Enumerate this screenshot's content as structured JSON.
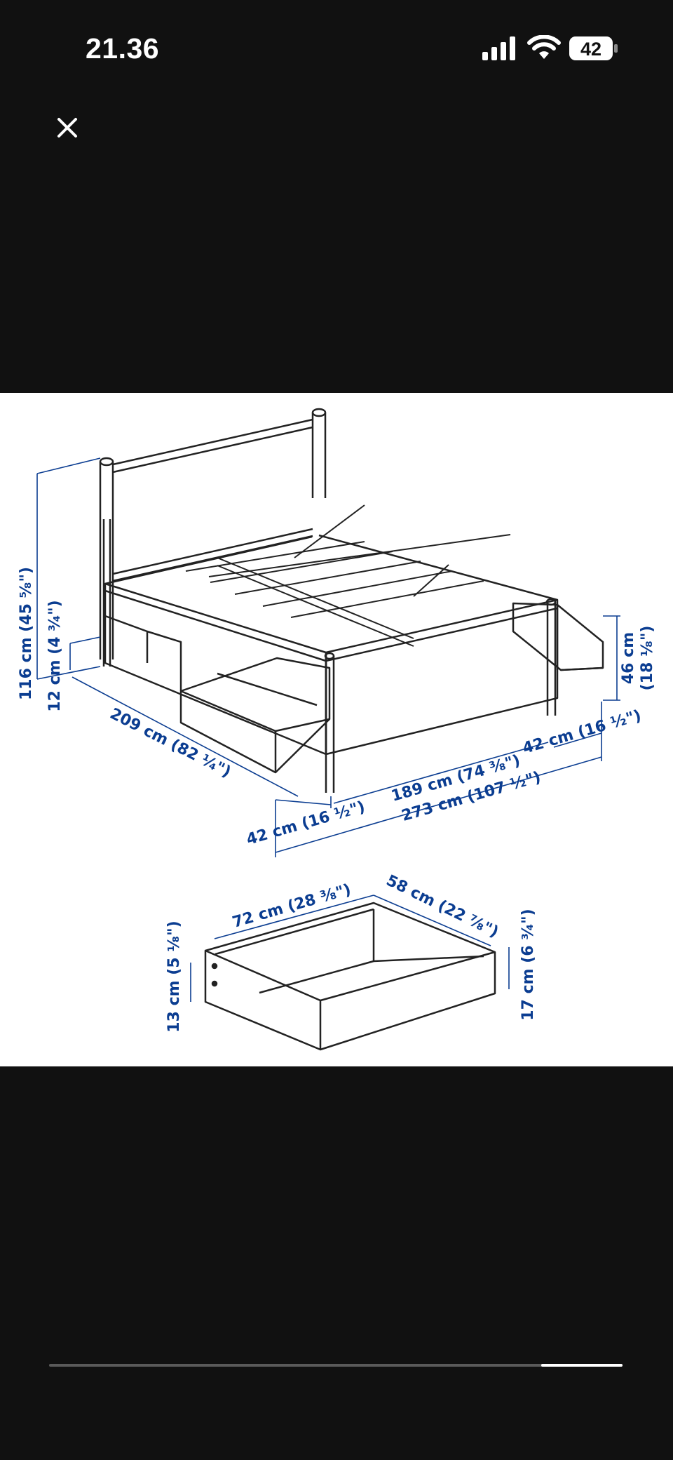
{
  "status_bar": {
    "time": "21.36",
    "battery_level": "42",
    "icons": [
      "signal-icon",
      "wifi-icon",
      "battery-icon"
    ]
  },
  "viewer": {
    "close_icon": "close-icon"
  },
  "diagram": {
    "bed": {
      "total_height": "116 cm (45 ⁵⁄₈\")",
      "leg_clearance": "12 cm (4 ³⁄₄\")",
      "bed_length": "209 cm (82 ¹⁄₄\")",
      "side_height": "46 cm",
      "side_height_in": "(18 ¹⁄₈\")",
      "drawer_extension_right": "42 cm (16 ¹⁄₂\")",
      "bed_width": "189 cm (74 ³⁄₈\")",
      "drawer_extension_left": "42 cm (16 ¹⁄₂\")",
      "total_width": "273 cm (107 ¹⁄₂\")"
    },
    "drawer": {
      "length": "72 cm (28 ³⁄₈\")",
      "depth": "58 cm (22 ⁷⁄₈\")",
      "inner_height": "13 cm (5 ¹⁄₈\")",
      "outer_height": "17 cm (6 ³⁄₄\")"
    }
  },
  "colors": {
    "background": "#111111",
    "image_background": "#ffffff",
    "dimension_text": "#0b3d91",
    "line_art": "#222222"
  }
}
